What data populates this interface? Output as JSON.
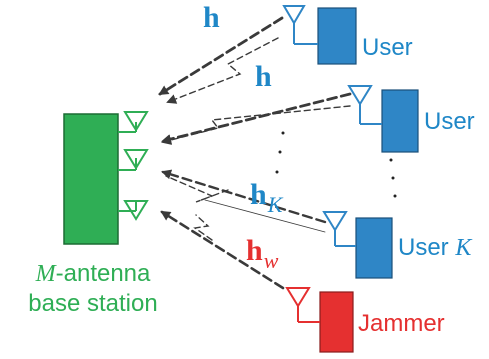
{
  "base_station": {
    "label_line1_var": "M",
    "label_line1_rest": "-antenna",
    "label_line2": "base station"
  },
  "users": [
    {
      "label": "User"
    },
    {
      "label": "User"
    },
    {
      "label_prefix": "User ",
      "label_var": "K"
    }
  ],
  "jammer": {
    "label": "Jammer"
  },
  "channels": [
    {
      "symbol": "h",
      "subscript": ""
    },
    {
      "symbol": "h",
      "subscript": ""
    },
    {
      "symbol": "h",
      "subscript": "K"
    },
    {
      "symbol": "h",
      "subscript": "w"
    }
  ],
  "colors": {
    "base_station": "#2fae55",
    "user": "#2f86c6",
    "jammer": "#e53030",
    "user_text": "#1f87c7",
    "jammer_text": "#e53030",
    "arrow": "#3a3a3a"
  }
}
